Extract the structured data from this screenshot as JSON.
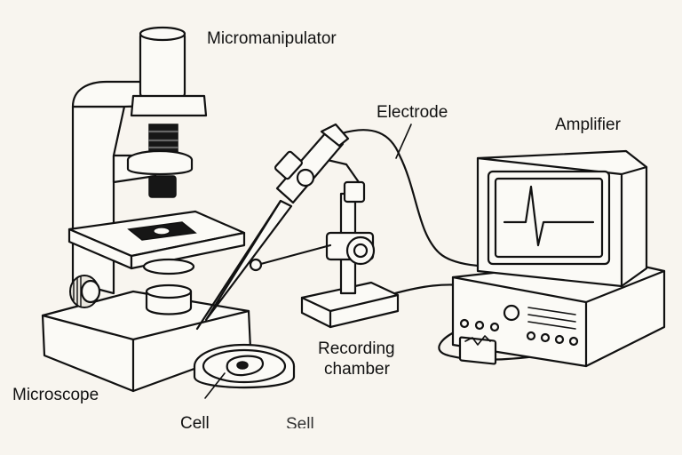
{
  "labels": {
    "micromanipulator": "Micromanipulator",
    "electrode": "Electrode",
    "amplifier": "Amplifier",
    "recording_chamber_line1": "Recording",
    "recording_chamber_line2": "chamber",
    "microscope": "Microscope",
    "cell": "Cell",
    "cell_ghost": "Sell"
  },
  "colors": {
    "background": "#f8f5ef",
    "ink": "#111111"
  },
  "icons": [
    "microscope-icon",
    "micromanipulator-icon",
    "electrode-icon",
    "amplifier-icon",
    "oscilloscope-screen-icon",
    "petri-dish-icon",
    "cell-icon"
  ]
}
